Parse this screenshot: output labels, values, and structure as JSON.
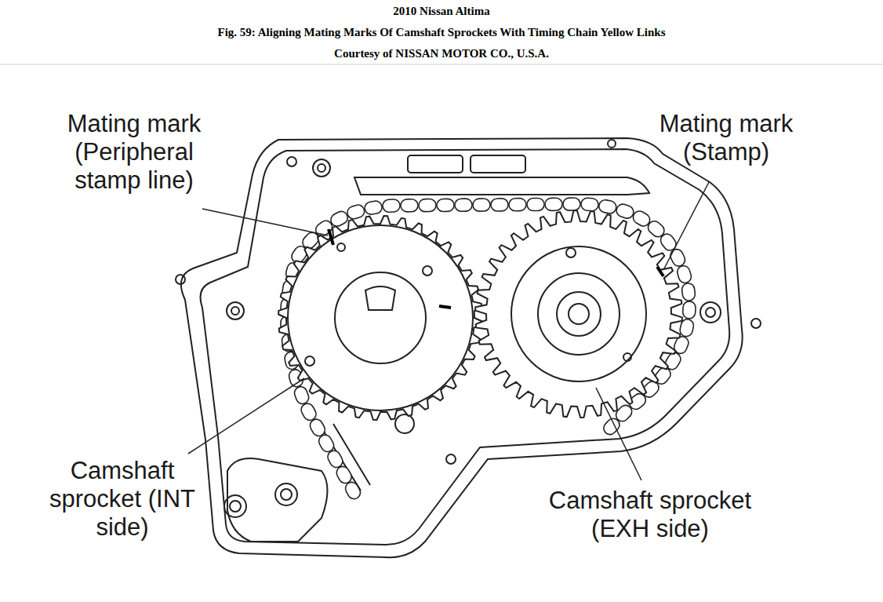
{
  "diagram": {
    "title": "2010 Nissan Altima",
    "caption": "Fig. 59: Aligning Mating Marks Of Camshaft Sprockets With Timing Chain Yellow Links",
    "labels": [
      "Courtesy of NISSAN MOTOR CO., U.S.A.",
      "Mating mark (Peripheral stamp line)",
      "Mating mark (Stamp)",
      "Camshaft sprocket (INT side)",
      "Camshaft sprocket (EXH side)"
    ]
  }
}
